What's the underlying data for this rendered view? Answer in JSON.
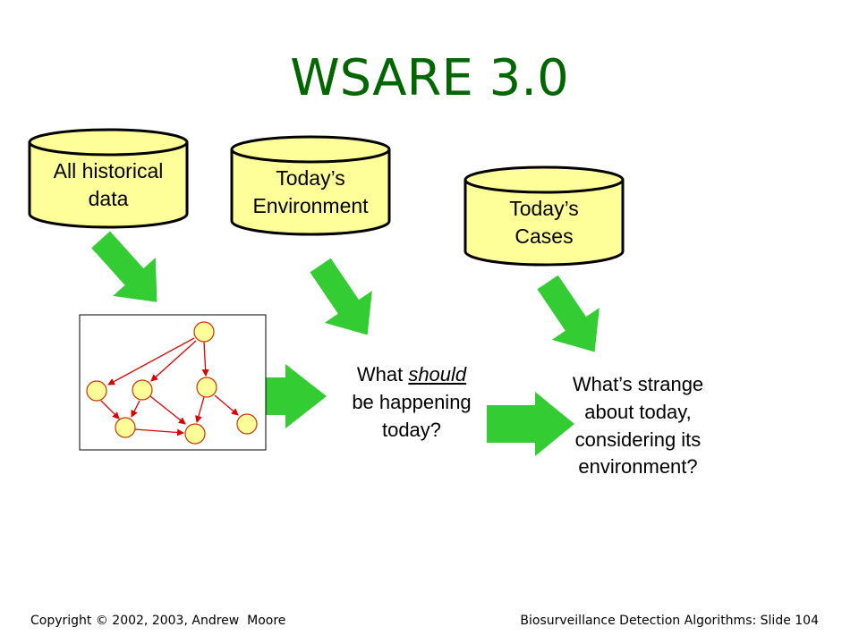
{
  "title": "WSARE 3.0",
  "databases": [
    {
      "lines": [
        "All historical",
        "data"
      ]
    },
    {
      "lines": [
        "Today’s",
        "Environment"
      ]
    },
    {
      "lines": [
        "Today’s",
        "Cases"
      ]
    }
  ],
  "question1": {
    "before": "What ",
    "emph": "should",
    "line2": "be happening",
    "line3": "today?"
  },
  "question2": {
    "lines": [
      "What’s strange",
      "about today,",
      "considering its",
      "environment?"
    ]
  },
  "footer": {
    "left": "Copyright © 2002, 2003, Andrew  Moore",
    "right": "Biosurveillance Detection Algorithms: Slide 104"
  },
  "colors": {
    "title": "#006600",
    "cylinder_fill": "#ffff99",
    "arrow": "#33cc33",
    "node_fill": "#ffff99",
    "node_stroke": "#cc3300",
    "edge": "#dd0000"
  }
}
